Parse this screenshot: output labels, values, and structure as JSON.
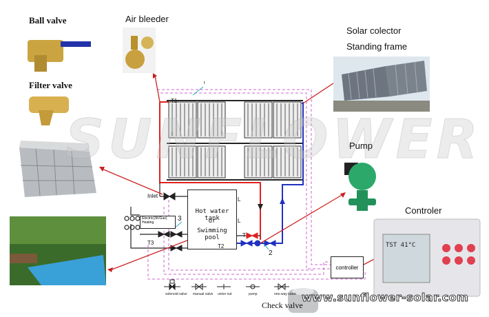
{
  "labels": {
    "ball_valve": "Ball valve",
    "air_bleeder": "Air bleeder",
    "filter_valve": "Filter valve",
    "solar_collector": "Solar colector",
    "standing_frame": "Standing frame",
    "pump": "Pump",
    "controler": "Controler",
    "check_valve": "Check valve"
  },
  "watermark": "SUNFLOWER",
  "url": "www.sunflower-solar.com",
  "schematic": {
    "tank_line1": "Hot water tank",
    "tank_line2": "or",
    "tank_line3": "Swimming pool",
    "controller": "controller",
    "heating_line1": "Electric(3K/Gas)",
    "heating_line2": "Heating",
    "inlet": "Inlet",
    "t1": "T1",
    "t2": "T2",
    "t3": "T3",
    "t": "T",
    "l_upper": "L",
    "l_lower": "L",
    "num2": "2",
    "num3": "3",
    "small_t": "t"
  },
  "legend": {
    "solenoid": "solenoid valve",
    "manual": "manual valve",
    "union": "union nut",
    "pump": "pump",
    "oneway": "one-way valve"
  },
  "colors": {
    "hot_pipe": "#e02020",
    "cold_pipe": "#2030c0",
    "signal_line": "#cc66cc",
    "arrow": "#cc2020"
  }
}
